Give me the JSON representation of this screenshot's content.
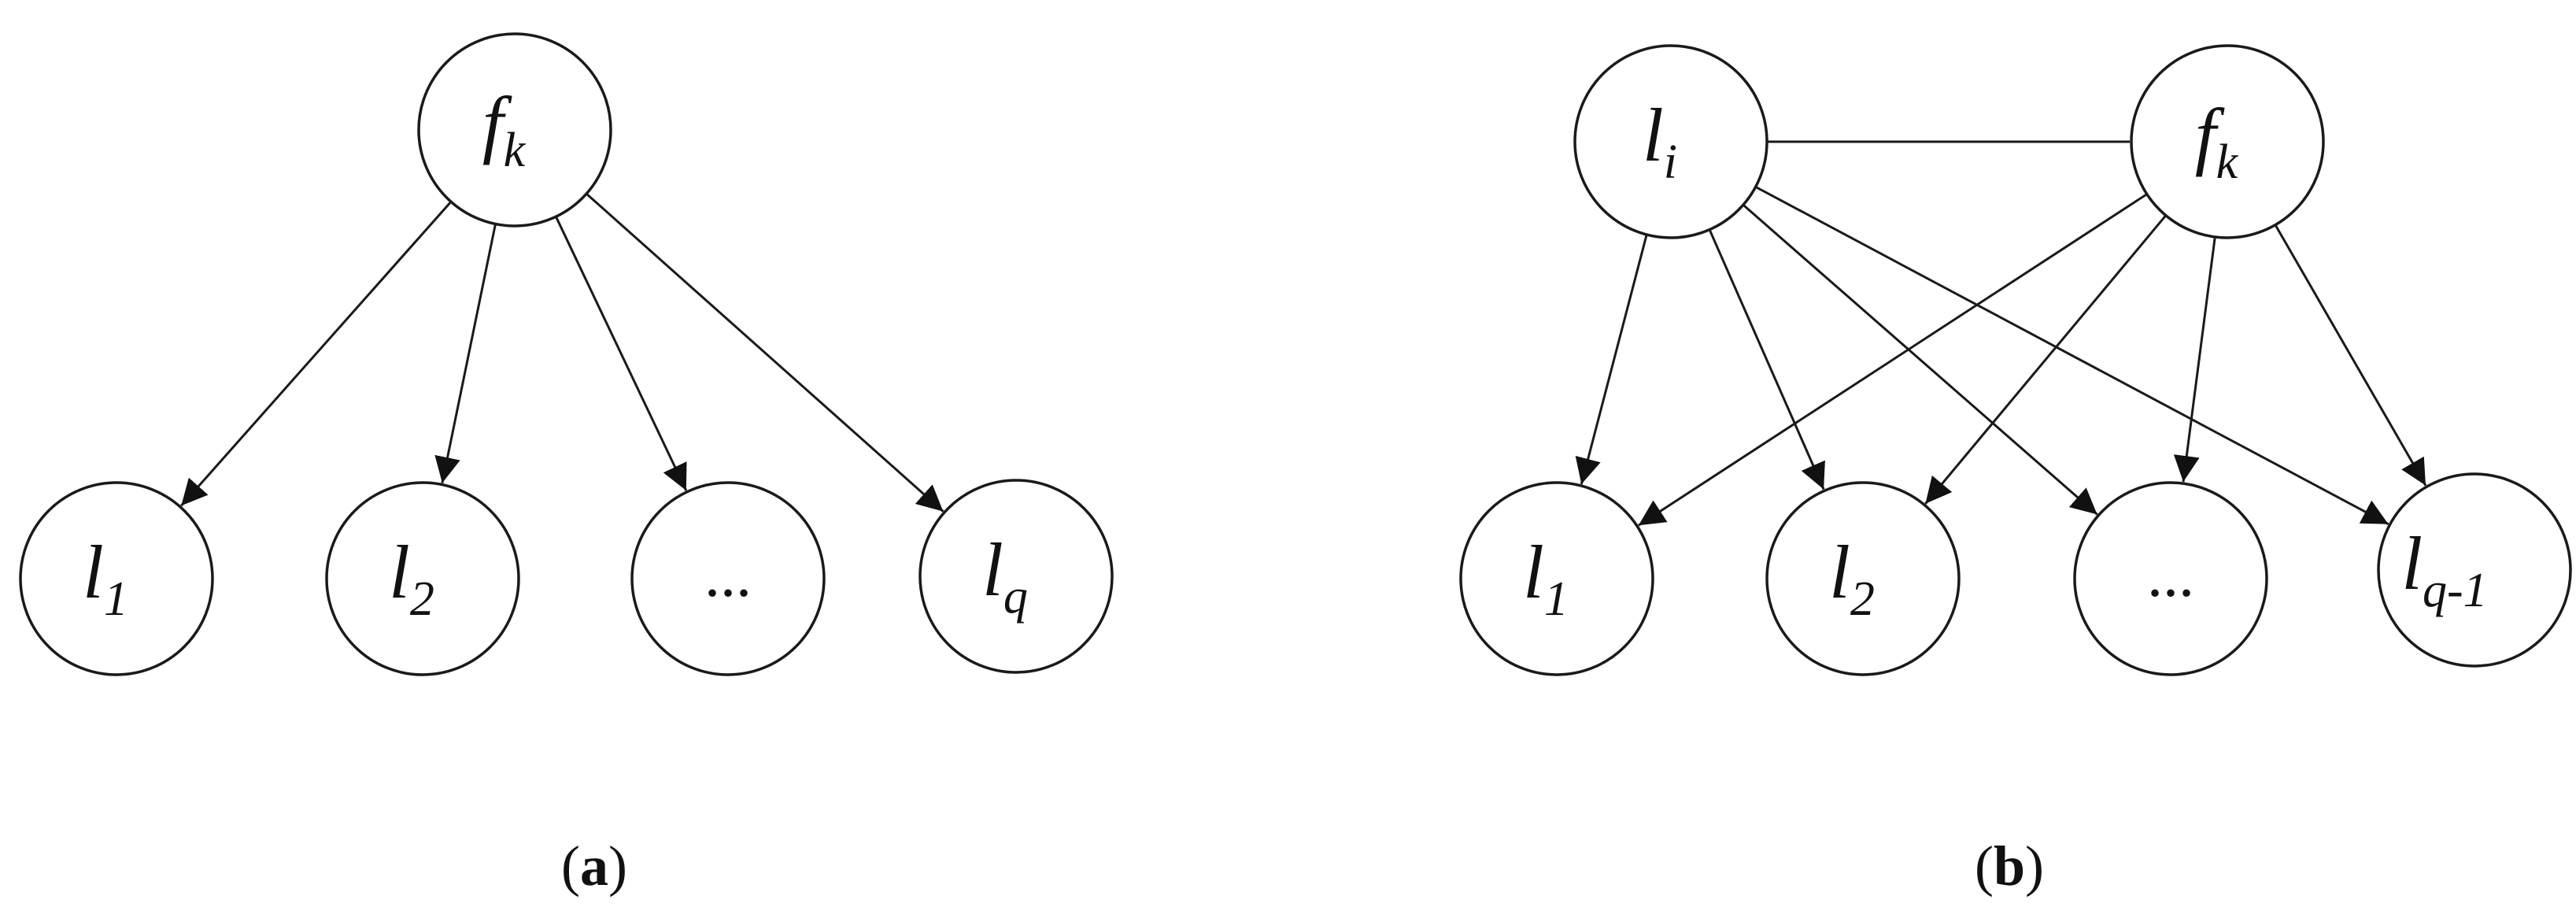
{
  "panels": [
    {
      "caption_letter": "a",
      "nodes": [
        {
          "id": "fk",
          "main": "f",
          "sub": "k",
          "dots": false
        },
        {
          "id": "l1",
          "main": "l",
          "sub": "1",
          "dots": false
        },
        {
          "id": "l2",
          "main": "l",
          "sub": "2",
          "dots": false
        },
        {
          "id": "ldots",
          "main": "...",
          "sub": "",
          "dots": true
        },
        {
          "id": "lq",
          "main": "l",
          "sub": "q",
          "dots": false
        }
      ],
      "edges": [
        {
          "from": "fk",
          "to": "l1",
          "directed": true
        },
        {
          "from": "fk",
          "to": "l2",
          "directed": true
        },
        {
          "from": "fk",
          "to": "ldots",
          "directed": true
        },
        {
          "from": "fk",
          "to": "lq",
          "directed": true
        }
      ]
    },
    {
      "caption_letter": "b",
      "nodes": [
        {
          "id": "li",
          "main": "l",
          "sub": "i",
          "dots": false
        },
        {
          "id": "fk",
          "main": "f",
          "sub": "k",
          "dots": false
        },
        {
          "id": "l1",
          "main": "l",
          "sub": "1",
          "dots": false
        },
        {
          "id": "l2",
          "main": "l",
          "sub": "2",
          "dots": false
        },
        {
          "id": "ldots",
          "main": "...",
          "sub": "",
          "dots": true
        },
        {
          "id": "lq1",
          "main": "l",
          "sub": "q-1",
          "dots": false
        }
      ],
      "edges": [
        {
          "from": "li",
          "to": "fk",
          "directed": false
        },
        {
          "from": "li",
          "to": "l1",
          "directed": true
        },
        {
          "from": "li",
          "to": "l2",
          "directed": true
        },
        {
          "from": "li",
          "to": "ldots",
          "directed": true
        },
        {
          "from": "li",
          "to": "lq1",
          "directed": true
        },
        {
          "from": "fk",
          "to": "l1",
          "directed": true
        },
        {
          "from": "fk",
          "to": "l2",
          "directed": true
        },
        {
          "from": "fk",
          "to": "ldots",
          "directed": true
        },
        {
          "from": "fk",
          "to": "lq1",
          "directed": true
        }
      ]
    }
  ]
}
